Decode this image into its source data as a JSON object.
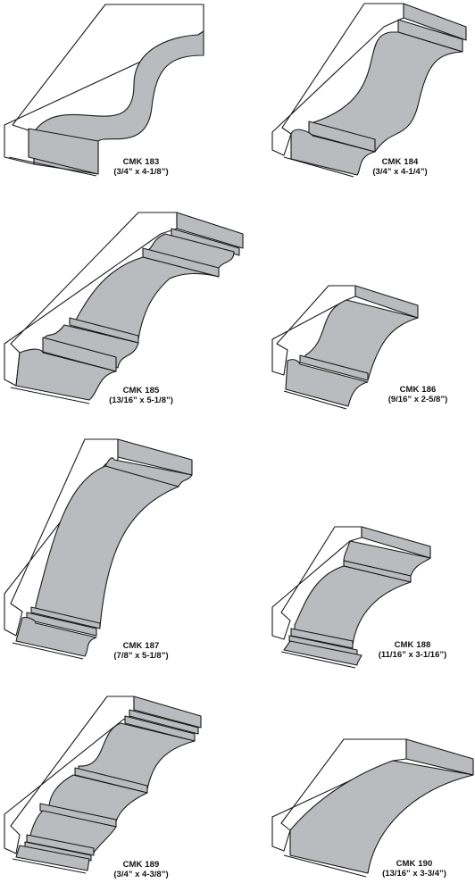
{
  "colors": {
    "profile_fill": "#b9bbbe",
    "outline": "#1a1a1a",
    "background": "#ffffff"
  },
  "moldings": [
    {
      "name": "CMK 183",
      "dims": "(3/4” x 4-1/8”)"
    },
    {
      "name": "CMK 184",
      "dims": "(3/4” x 4-1/4”)"
    },
    {
      "name": "CMK 185",
      "dims": "(13/16” x 5-1/8”)"
    },
    {
      "name": "CMK 186",
      "dims": "(9/16” x 2-5/8”)"
    },
    {
      "name": "CMK 187",
      "dims": "(7/8” x 5-1/8”)"
    },
    {
      "name": "CMK 188",
      "dims": "(11/16” x 3-1/16”)"
    },
    {
      "name": "CMK 189",
      "dims": "(3/4” x 4-3/8”)"
    },
    {
      "name": "CMK 190",
      "dims": "(13/16” x 3-3/4”)"
    }
  ]
}
